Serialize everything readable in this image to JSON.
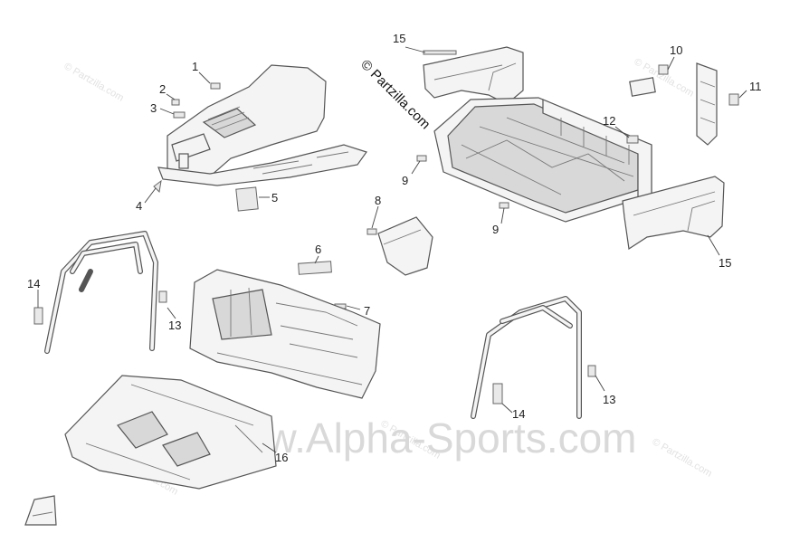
{
  "diagram": {
    "brand_watermark": "© Partzilla.com",
    "site_watermark": "www.Alpha-Sports.com",
    "corner_watermark": "© Partzilla.com",
    "callouts": [
      {
        "id": "c1",
        "label": "1"
      },
      {
        "id": "c2",
        "label": "2"
      },
      {
        "id": "c3",
        "label": "3"
      },
      {
        "id": "c4",
        "label": "4"
      },
      {
        "id": "c5",
        "label": "5"
      },
      {
        "id": "c6",
        "label": "6"
      },
      {
        "id": "c7",
        "label": "7"
      },
      {
        "id": "c8",
        "label": "8"
      },
      {
        "id": "c9a",
        "label": "9"
      },
      {
        "id": "c9b",
        "label": "9"
      },
      {
        "id": "c10",
        "label": "10"
      },
      {
        "id": "c11",
        "label": "11"
      },
      {
        "id": "c12",
        "label": "12"
      },
      {
        "id": "c13a",
        "label": "13"
      },
      {
        "id": "c13b",
        "label": "13"
      },
      {
        "id": "c14a",
        "label": "14"
      },
      {
        "id": "c14b",
        "label": "14"
      },
      {
        "id": "c15a",
        "label": "15"
      },
      {
        "id": "c15b",
        "label": "15"
      },
      {
        "id": "c16",
        "label": "16"
      }
    ]
  }
}
